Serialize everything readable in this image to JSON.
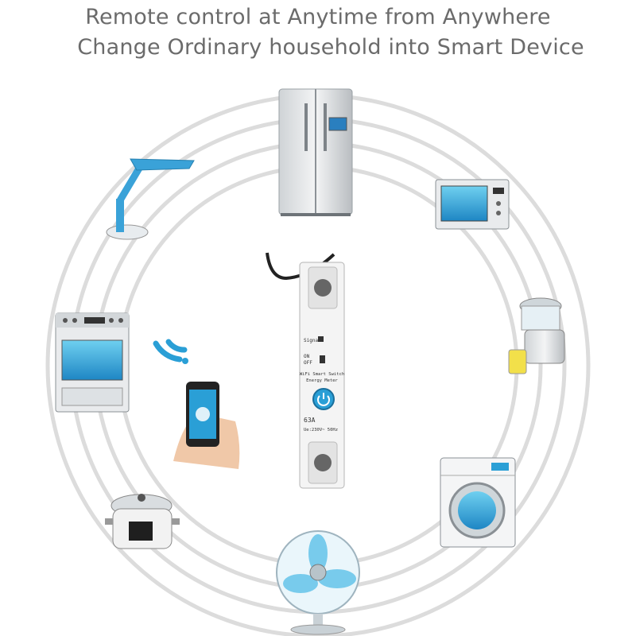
{
  "headline": {
    "line1": "Remote control at Anytime from Anywhere",
    "line2": "Change Ordinary household into Smart Device"
  },
  "device": {
    "signal_label": "Signal",
    "on_label": "ON",
    "off_label": "OFF",
    "model_line1": "WiFi Smart Switch",
    "model_line2": "Energy Meter",
    "rating": "63A",
    "spec": "Ue:230V~ 50Hz"
  },
  "colors": {
    "accent": "#2a9fd6",
    "ring": "#d9d9d9",
    "headline": "#6b6b6b"
  },
  "icons": [
    "refrigerator-icon",
    "microwave-icon",
    "juicer-icon",
    "washing-machine-icon",
    "fan-icon",
    "rice-cooker-icon",
    "oven-icon",
    "desk-lamp-icon",
    "wifi-icon",
    "smartphone-icon"
  ]
}
